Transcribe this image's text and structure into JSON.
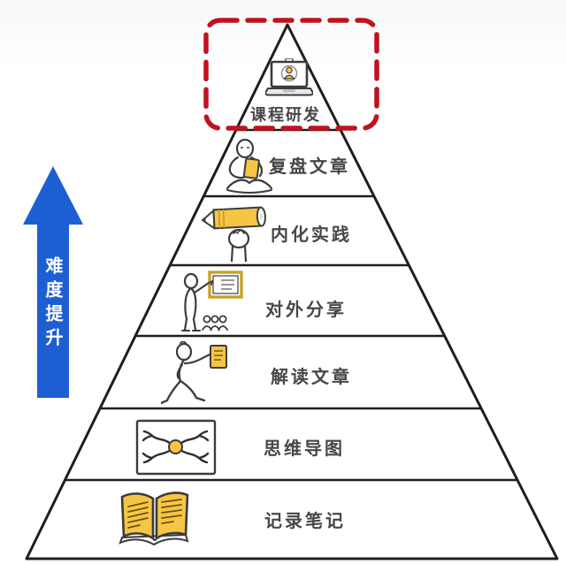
{
  "arrow": {
    "label": "难度提升",
    "color": "#1d5fd3",
    "label_color": "#ffffff",
    "direction": "up"
  },
  "highlight": {
    "shape": "dashed-rounded-rectangle",
    "color": "#c1121f",
    "around_level": "课程研发"
  },
  "pyramid": {
    "outline_color": "#1e1e1e",
    "label_color": "#474747",
    "accent_yellow": "#f6c544",
    "levels": [
      {
        "label": "课程研发",
        "icon": "laptop-person-icon",
        "highlighted": true
      },
      {
        "label": "复盘文章",
        "icon": "person-tablet-icon",
        "highlighted": false
      },
      {
        "label": "内化实践",
        "icon": "hand-pencil-icon",
        "highlighted": false
      },
      {
        "label": "对外分享",
        "icon": "presenter-board-icon",
        "highlighted": false
      },
      {
        "label": "解读文章",
        "icon": "walking-reader-icon",
        "highlighted": false
      },
      {
        "label": "思维导图",
        "icon": "mindmap-icon",
        "highlighted": false
      },
      {
        "label": "记录笔记",
        "icon": "open-book-icon",
        "highlighted": false
      }
    ]
  }
}
